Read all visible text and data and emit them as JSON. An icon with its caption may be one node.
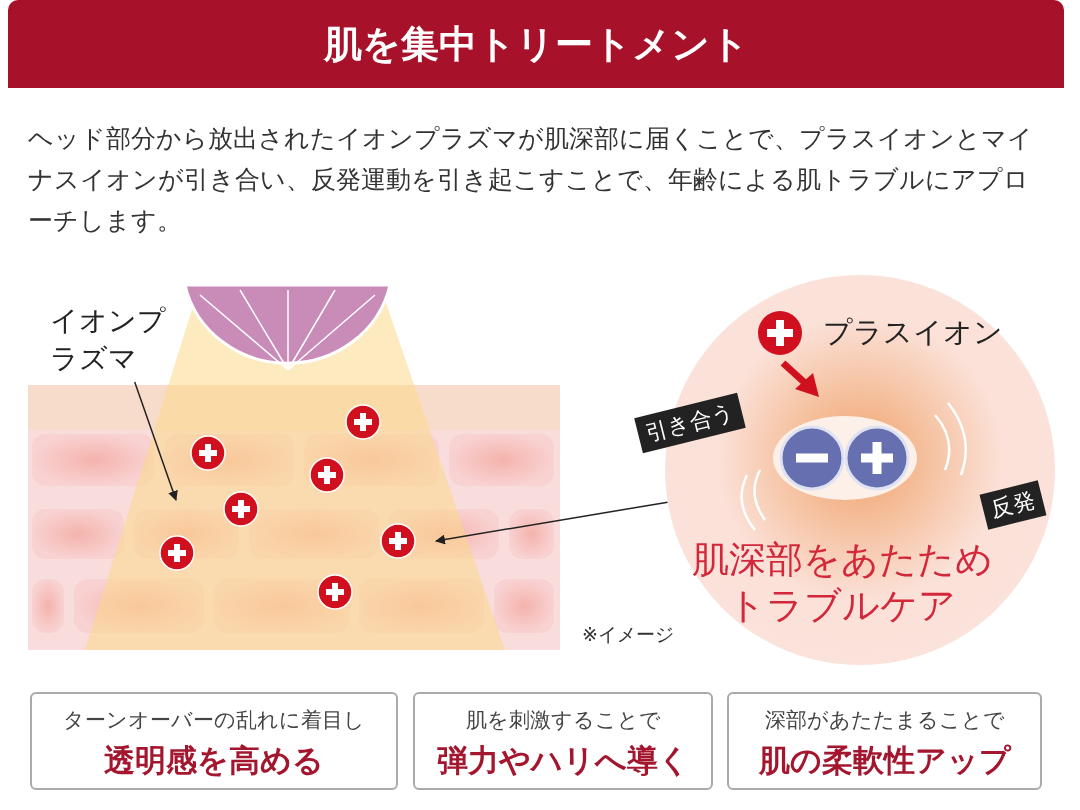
{
  "diagram": {
    "title": "肌を集中トリートメント",
    "nodes": [
      {
        "text": [
          "イオンプラズマ"
        ]
      },
      {
        "text": [
          "プラスイオン",
          "肌深部をあたためトラブルケア"
        ]
      },
      {
        "text": [
          "引き合う"
        ],
        "in": 1
      },
      {
        "text": [
          "反発"
        ],
        "in": 1
      },
      {
        "text": [
          "ターンオーバーの乱れに着目し",
          "透明感を高める"
        ]
      },
      {
        "text": [
          "肌を刺激することで",
          "弾力やハリへ導く"
        ]
      },
      {
        "text": [
          "深部があたたまることで",
          "肌の柔軟性アップ"
        ]
      }
    ],
    "edges": [
      {
        "from": 0,
        "to": null,
        "arrow": "to"
      },
      {
        "from": 1,
        "to": null,
        "arrow": "to"
      }
    ],
    "labels": [
      "ヘッド部分から放出されたイオンプラズマが肌深部に届くことで、プラスイオンとマイナスイオンが引き合い、反発運動を引き起こすことで、年齢による肌トラブルにアプローチします。",
      "※イメージ"
    ]
  }
}
